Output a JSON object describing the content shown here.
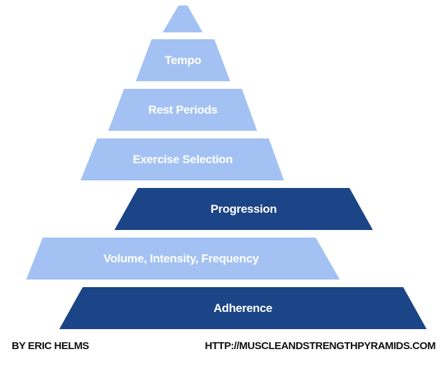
{
  "colors": {
    "light_tier": "#a3c2f3",
    "dark_tier": "#1c4587",
    "label_text": "#ffffff",
    "footer_text": "#111111",
    "background": "#ffffff"
  },
  "pyramid": {
    "tiers": [
      {
        "label": "",
        "style": "light"
      },
      {
        "label": "Tempo",
        "style": "light"
      },
      {
        "label": "Rest Periods",
        "style": "light"
      },
      {
        "label": "Exercise Selection",
        "style": "light"
      },
      {
        "label": "Progression",
        "style": "dark"
      },
      {
        "label": "Volume, Intensity, Frequency",
        "style": "light"
      },
      {
        "label": "Adherence",
        "style": "dark"
      }
    ]
  },
  "footer": {
    "author": "BY ERIC HELMS",
    "url": "HTTP://MUSCLEANDSTRENGTHPYRAMIDS.COM"
  }
}
